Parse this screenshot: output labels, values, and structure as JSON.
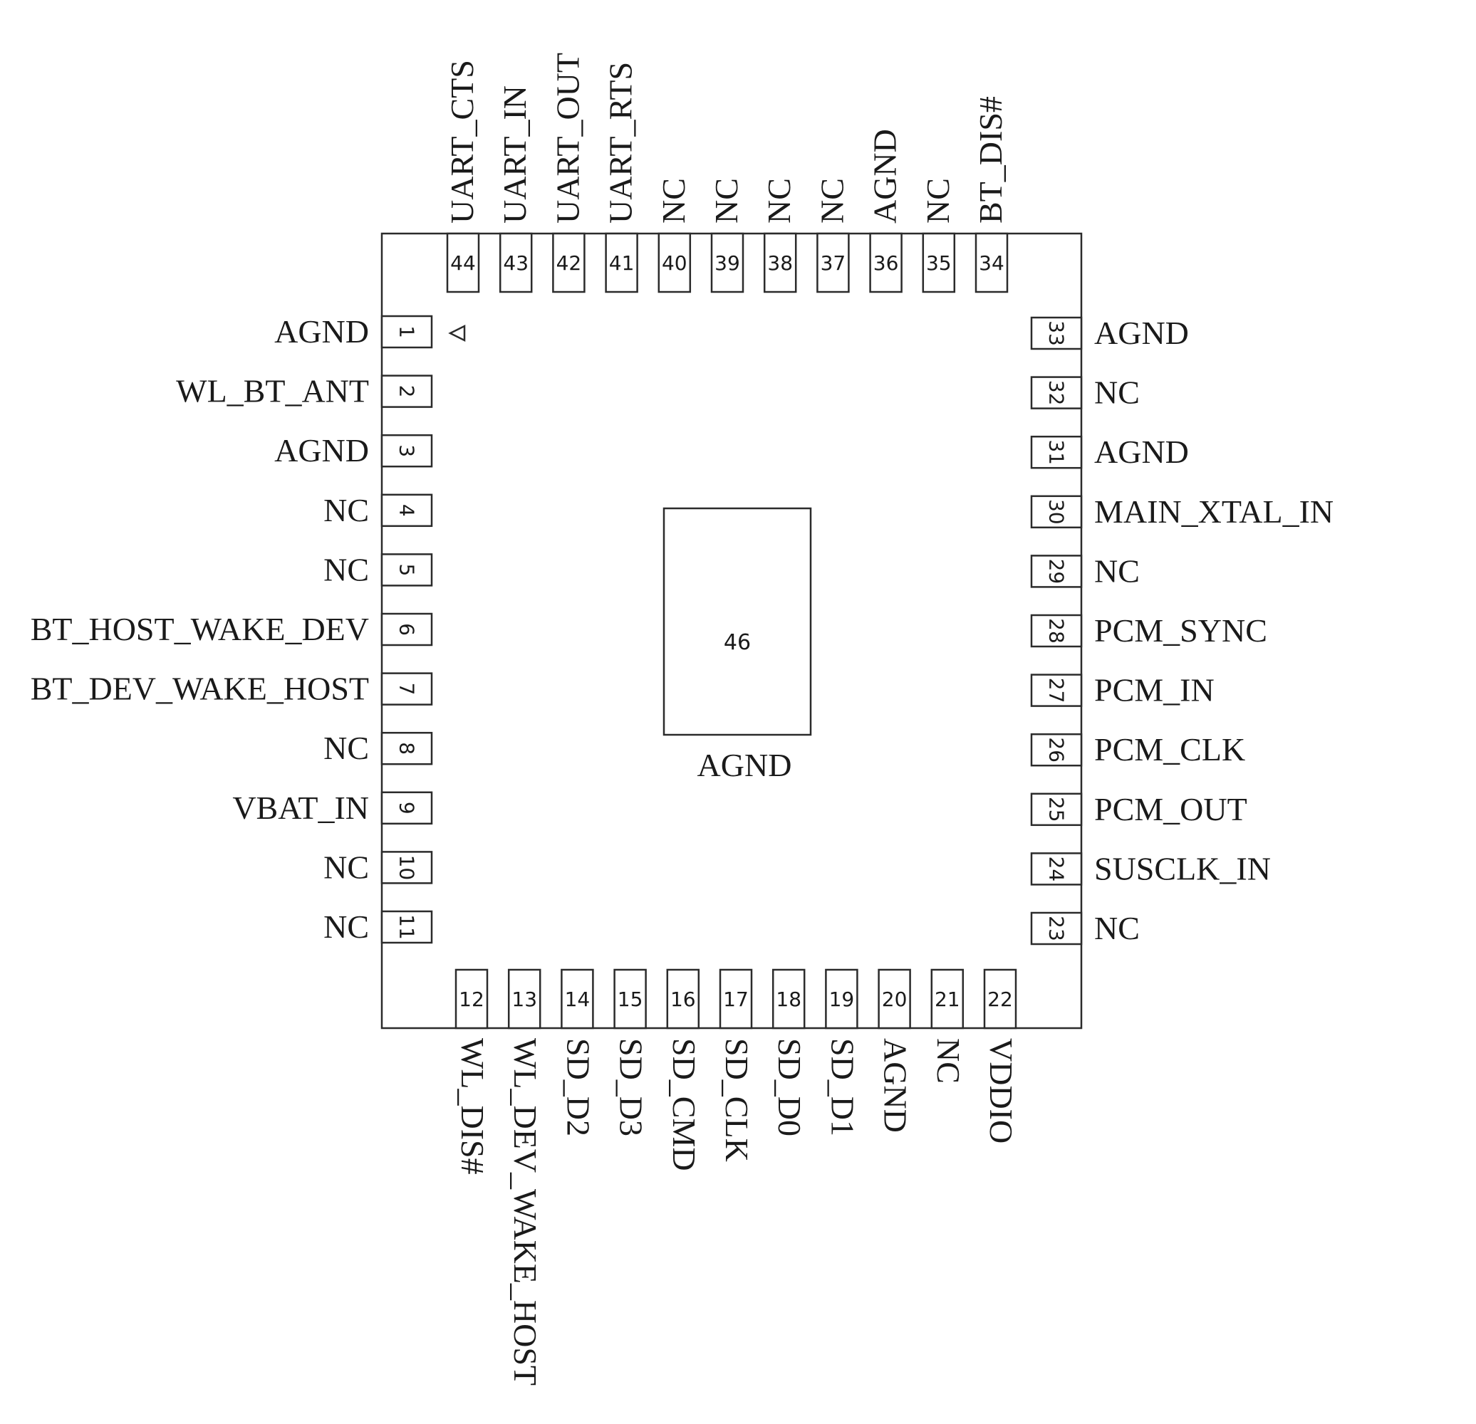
{
  "package": {
    "pins": {
      "left": [
        {
          "num": "1",
          "name": "AGND"
        },
        {
          "num": "2",
          "name": "WL_BT_ANT"
        },
        {
          "num": "3",
          "name": "AGND"
        },
        {
          "num": "4",
          "name": "NC"
        },
        {
          "num": "5",
          "name": "NC"
        },
        {
          "num": "6",
          "name": "BT_HOST_WAKE_DEV"
        },
        {
          "num": "7",
          "name": "BT_DEV_WAKE_HOST"
        },
        {
          "num": "8",
          "name": "NC"
        },
        {
          "num": "9",
          "name": "VBAT_IN"
        },
        {
          "num": "10",
          "name": "NC"
        },
        {
          "num": "11",
          "name": "NC"
        }
      ],
      "bottom": [
        {
          "num": "12",
          "name": "WL_DIS#"
        },
        {
          "num": "13",
          "name": "WL_DEV_WAKE_HOST"
        },
        {
          "num": "14",
          "name": "SD_D2"
        },
        {
          "num": "15",
          "name": "SD_D3"
        },
        {
          "num": "16",
          "name": "SD_CMD"
        },
        {
          "num": "17",
          "name": "SD_CLK"
        },
        {
          "num": "18",
          "name": "SD_D0"
        },
        {
          "num": "19",
          "name": "SD_D1"
        },
        {
          "num": "20",
          "name": "AGND"
        },
        {
          "num": "21",
          "name": "NC"
        },
        {
          "num": "22",
          "name": "VDDIO"
        }
      ],
      "right": [
        {
          "num": "23",
          "name": "NC"
        },
        {
          "num": "24",
          "name": "SUSCLK_IN"
        },
        {
          "num": "25",
          "name": "PCM_OUT"
        },
        {
          "num": "26",
          "name": "PCM_CLK"
        },
        {
          "num": "27",
          "name": "PCM_IN"
        },
        {
          "num": "28",
          "name": "PCM_SYNC"
        },
        {
          "num": "29",
          "name": "NC"
        },
        {
          "num": "30",
          "name": "MAIN_XTAL_IN"
        },
        {
          "num": "31",
          "name": "AGND"
        },
        {
          "num": "32",
          "name": "NC"
        },
        {
          "num": "33",
          "name": "AGND"
        }
      ],
      "top": [
        {
          "num": "34",
          "name": "BT_DIS#"
        },
        {
          "num": "35",
          "name": "NC"
        },
        {
          "num": "36",
          "name": "AGND"
        },
        {
          "num": "37",
          "name": "NC"
        },
        {
          "num": "38",
          "name": "NC"
        },
        {
          "num": "39",
          "name": "NC"
        },
        {
          "num": "40",
          "name": "NC"
        },
        {
          "num": "41",
          "name": "UART_RTS"
        },
        {
          "num": "42",
          "name": "UART_OUT"
        },
        {
          "num": "43",
          "name": "UART_IN"
        },
        {
          "num": "44",
          "name": "UART_CTS"
        }
      ]
    },
    "center_pad": {
      "num": "46",
      "name": "AGND"
    },
    "pin1_marker_icon": "triangle-left-outline"
  }
}
